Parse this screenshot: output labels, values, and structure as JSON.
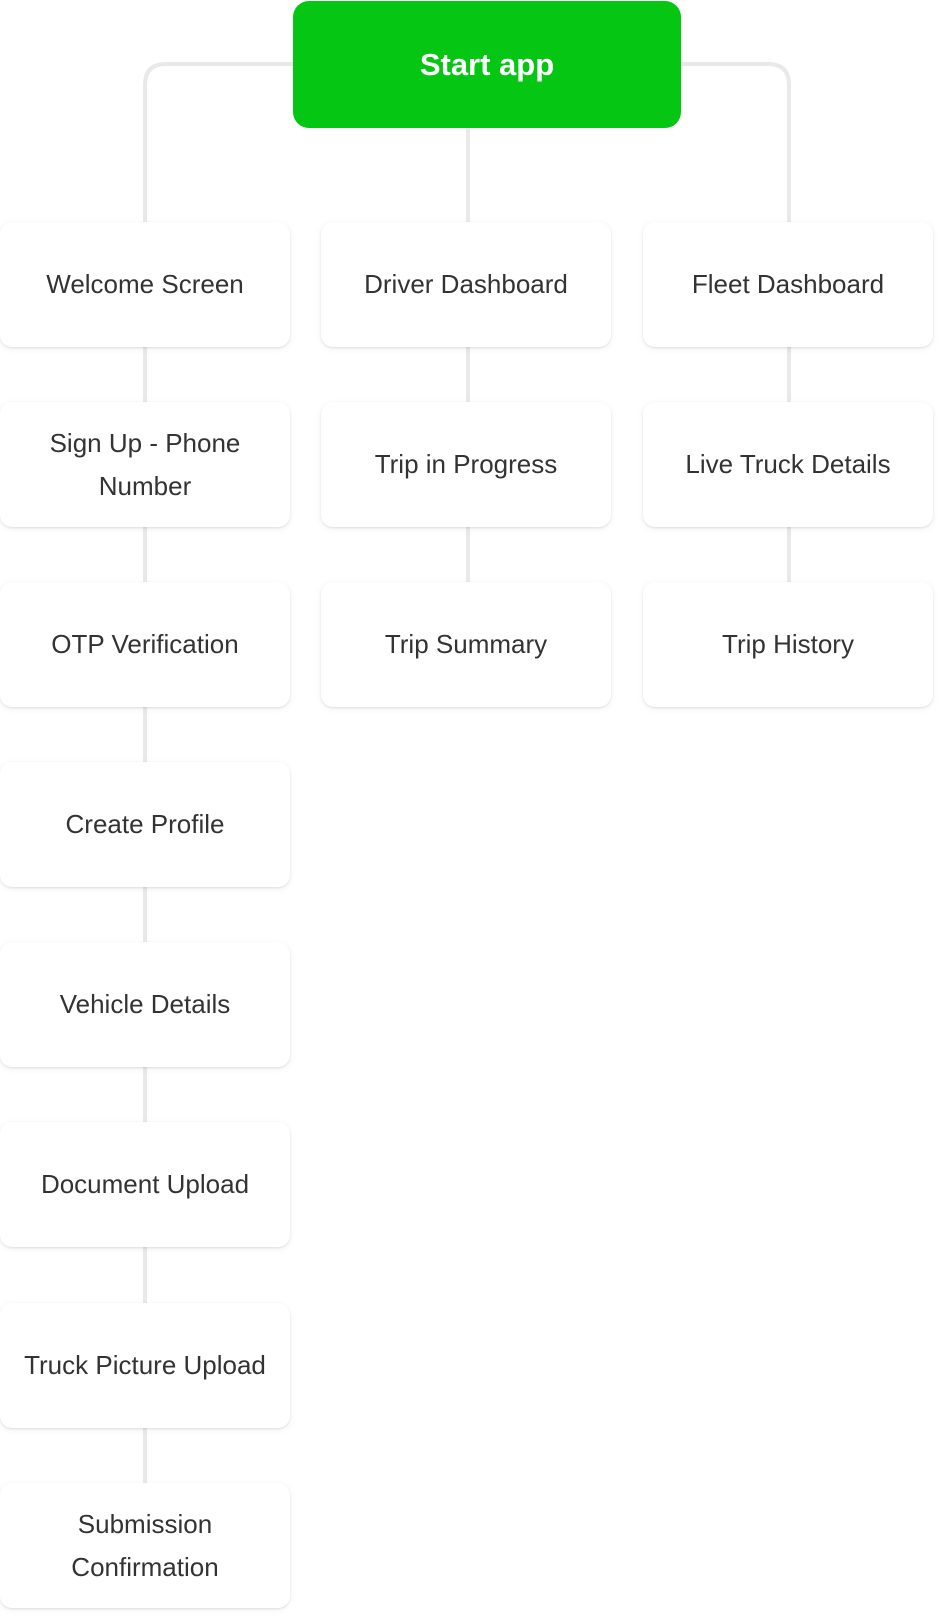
{
  "start": {
    "label": "Start app",
    "color": "#05c613"
  },
  "connector_color": "#e9e9e9",
  "columns": {
    "left": [
      "Welcome Screen",
      "Sign Up - Phone Number",
      "OTP Verification",
      "Create Profile",
      "Vehicle Details",
      "Document Upload",
      "Truck Picture Upload",
      "Submission Confirmation"
    ],
    "middle": [
      "Driver Dashboard",
      "Trip in Progress",
      "Trip Summary"
    ],
    "right": [
      "Fleet Dashboard",
      "Live Truck Details",
      "Trip History"
    ]
  }
}
